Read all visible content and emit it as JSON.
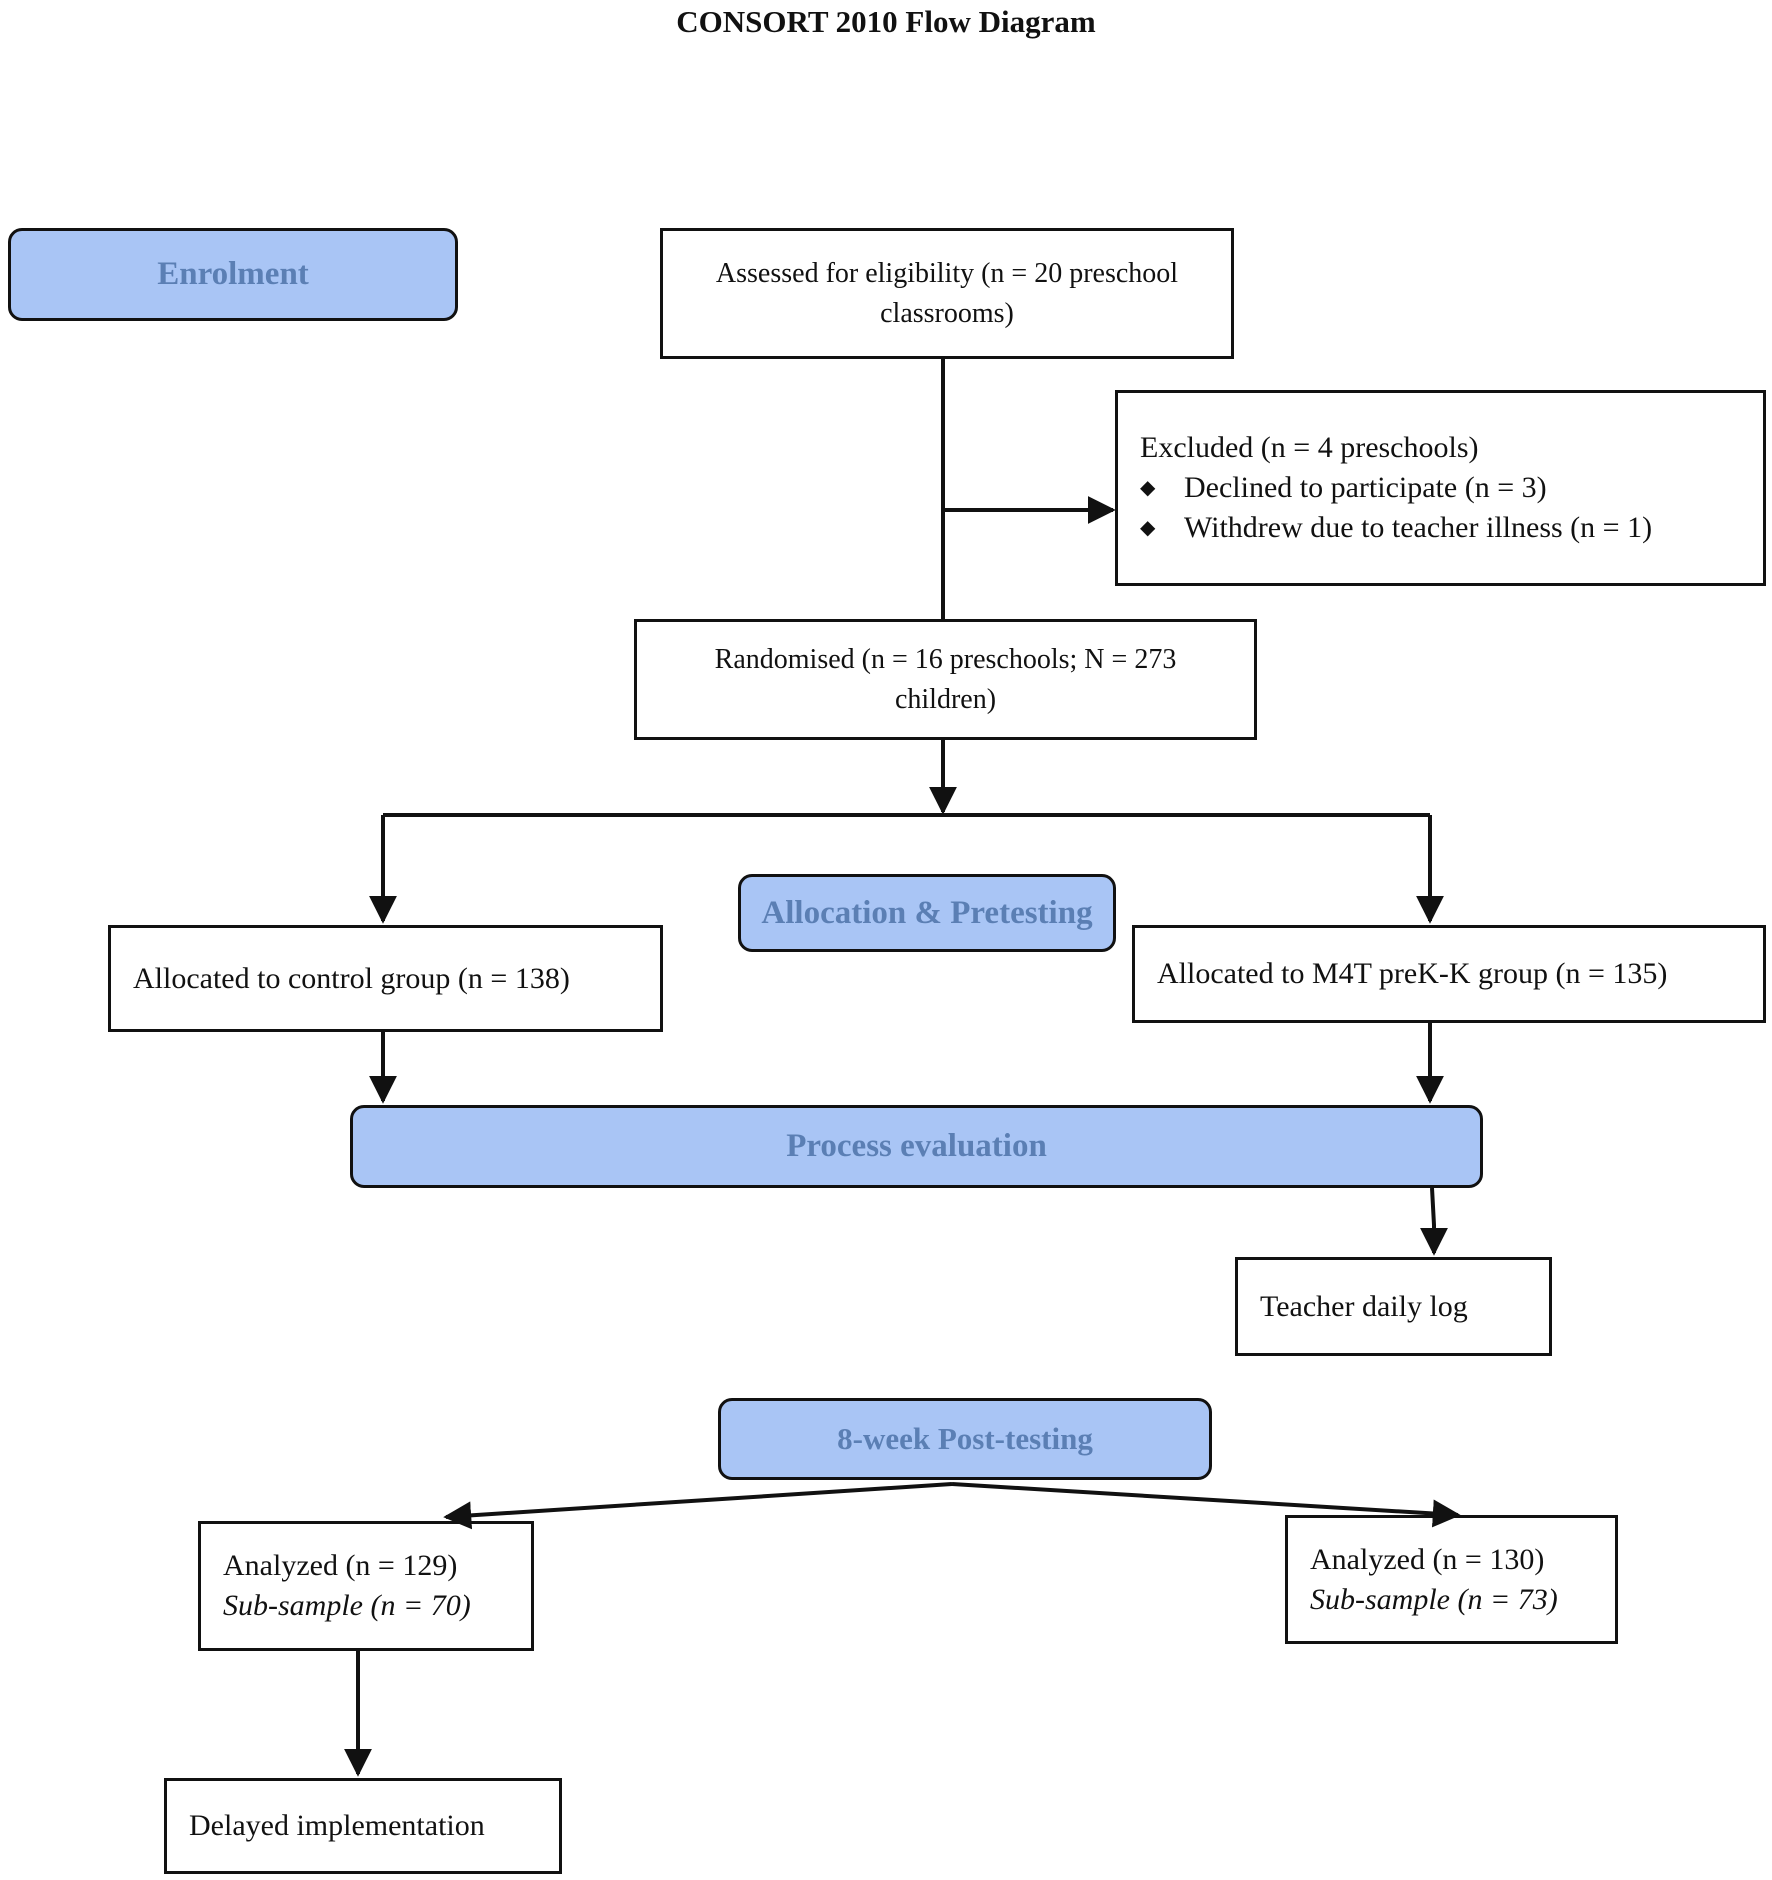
{
  "title": "CONSORT 2010 Flow Diagram",
  "stages": {
    "enrolment": "Enrolment",
    "allocation": "Allocation & Pretesting",
    "process": "Process evaluation",
    "post": "8-week Post-testing"
  },
  "boxes": {
    "assessed": {
      "line1": "Assessed for eligibility (n = 20 preschool",
      "line2": "classrooms)"
    },
    "excluded": {
      "heading": "Excluded (n = 4 preschools)",
      "bullets": [
        "Declined to participate (n =  3)",
        "Withdrew due to teacher illness (n = 1)"
      ],
      "bullet_icon": "diamond-bullet"
    },
    "randomised": {
      "line1": "Randomised (n = 16 preschools; N = 273",
      "line2": "children)"
    },
    "control": "Allocated to control group (n = 138)",
    "m4t": "Allocated to M4T preK-K group (n = 135)",
    "teacher_log": "Teacher daily log",
    "analyzed_control": {
      "line1": "Analyzed (n = 129)",
      "line2": "Sub-sample (n = 70)"
    },
    "analyzed_m4t": {
      "line1": "Analyzed (n = 130)",
      "line2": "Sub-sample (n = 73)"
    },
    "delayed": "Delayed implementation"
  },
  "colors": {
    "stage_fill": "#a9c5f5",
    "stage_text": "#5b7fb4",
    "line": "#111111"
  }
}
